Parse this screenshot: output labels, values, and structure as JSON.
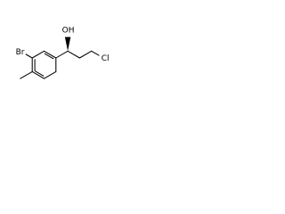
{
  "structure": {
    "atoms": {
      "bromine": "Br",
      "hydroxyl": "OH",
      "chlorine": "Cl"
    },
    "stereo_bond": "wedge",
    "colors": {
      "bond": "#000000",
      "label": "#000000",
      "background": "#ffffff"
    }
  }
}
